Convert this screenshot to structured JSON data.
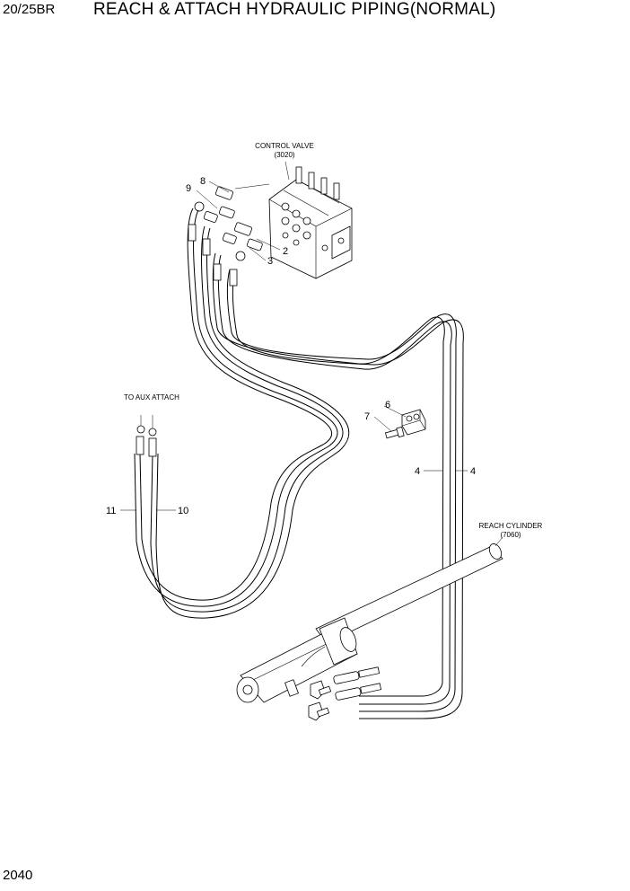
{
  "header": {
    "model": "20/25BR",
    "title": "REACH & ATTACH  HYDRAULIC PIPING(NORMAL)"
  },
  "page_number": "2040",
  "labels": {
    "control_valve": "CONTROL VALVE",
    "control_valve_code": "(3020)",
    "aux_attach": "TO AUX ATTACH",
    "reach_cylinder": "REACH CYLINDER",
    "reach_cylinder_code": "(7060)"
  },
  "callouts": {
    "c2": "2",
    "c3": "3",
    "c4a": "4",
    "c4b": "4",
    "c6": "6",
    "c7": "7",
    "c8": "8",
    "c9": "9",
    "c10": "10",
    "c11": "11"
  }
}
